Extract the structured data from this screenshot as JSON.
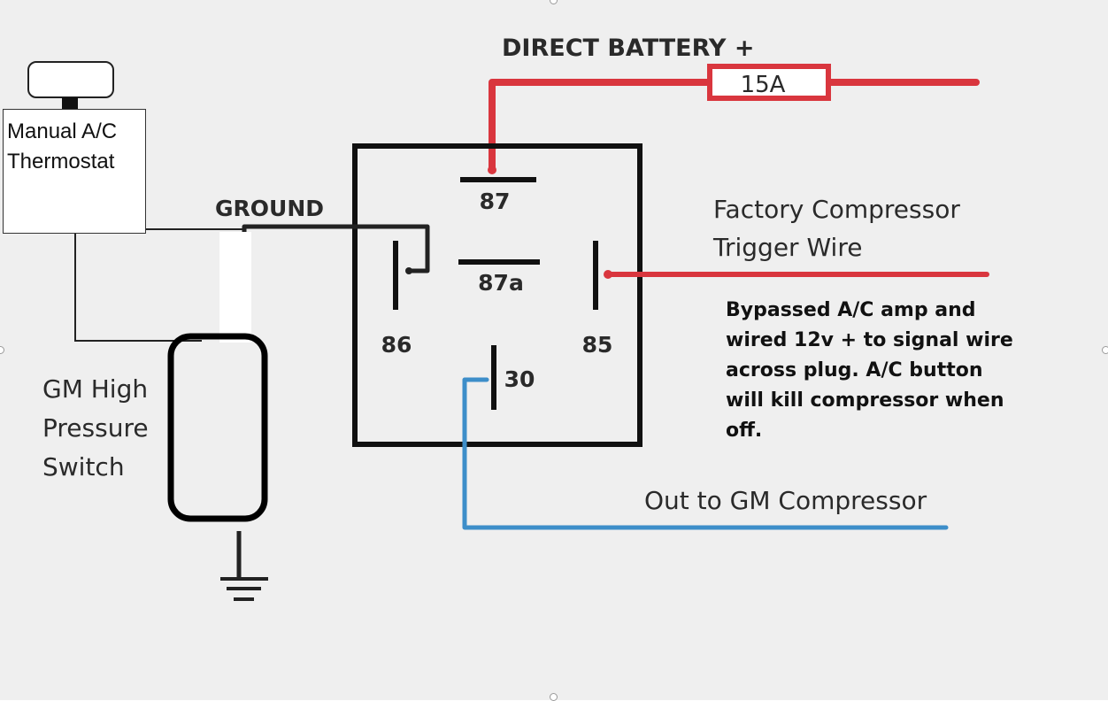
{
  "labels": {
    "direct_battery": "DIRECT BATTERY +",
    "fuse": "15A",
    "ground": "GROUND",
    "thermostat_line1": "Manual A/C",
    "thermostat_line2": "Thermostat",
    "terminal_87": "87",
    "terminal_87a": "87a",
    "terminal_86": "86",
    "terminal_85": "85",
    "terminal_30": "30",
    "trigger_line1": "Factory Compressor",
    "trigger_line2": "Trigger Wire",
    "note_line1": "Bypassed A/C amp and",
    "note_line2": "wired 12v + to signal wire",
    "note_line3": "across plug. A/C button",
    "note_line4": "will kill compressor when",
    "note_line5": "off.",
    "switch_line1": "GM High",
    "switch_line2": "Pressure",
    "switch_line3": "Switch",
    "compressor_out": "Out to GM Compressor"
  },
  "colors": {
    "background": "#efefef",
    "power_wire": "#d9363e",
    "output_wire": "#3d8ec9",
    "relay_outline": "#111111",
    "signal_wire": "#222222"
  }
}
